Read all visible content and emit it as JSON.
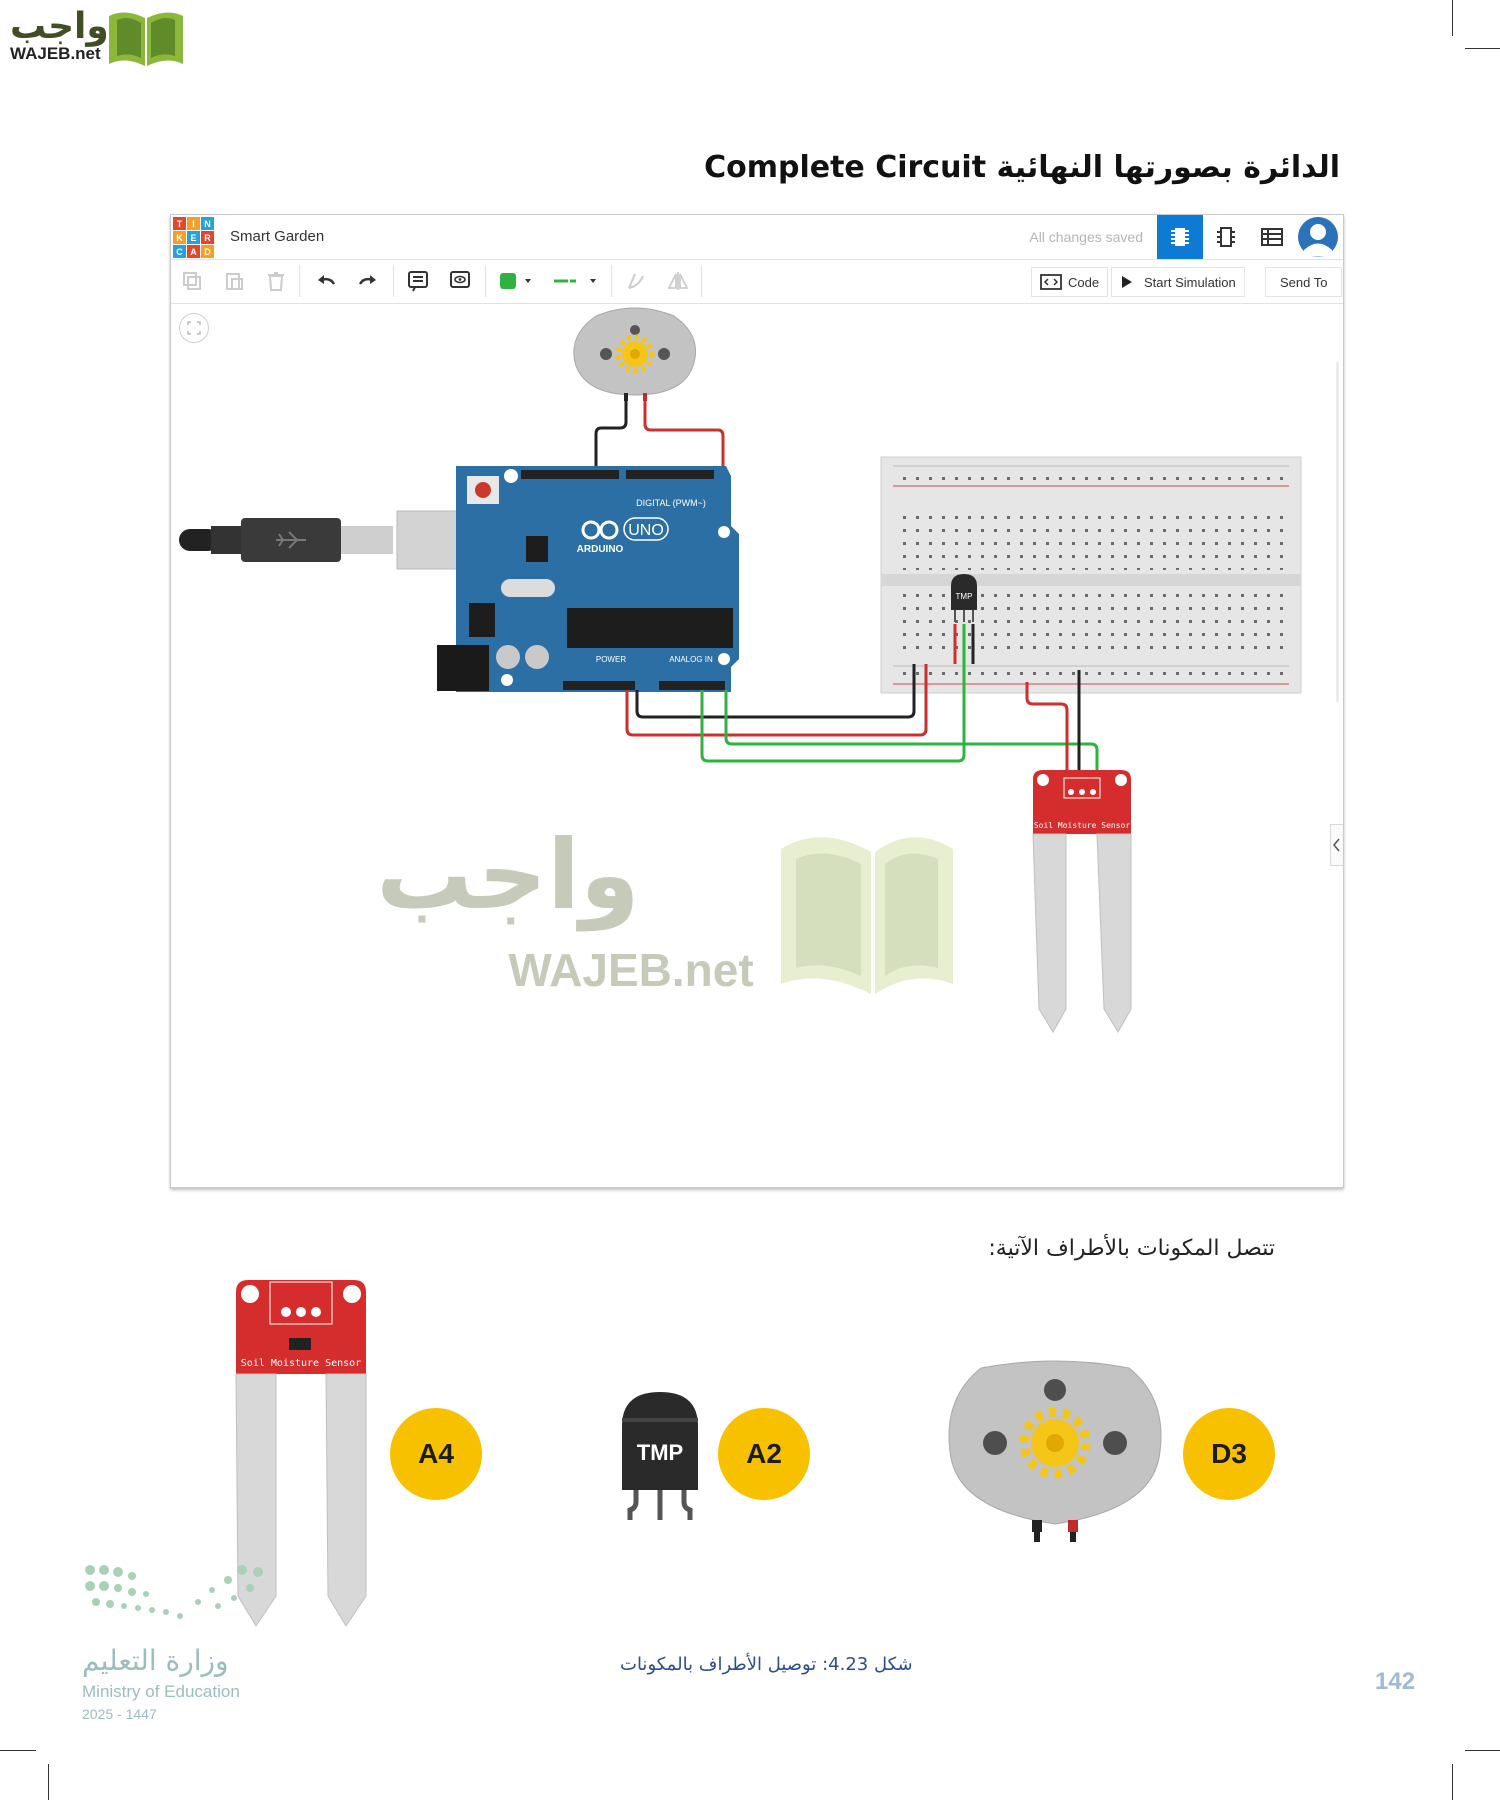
{
  "brand": {
    "arabic": "واجب",
    "latin": "WAJEB.net"
  },
  "section_title": "الدائرة بصورتها النهائية Complete Circuit",
  "app": {
    "logo_letters": [
      "T",
      "I",
      "N",
      "K",
      "E",
      "R",
      "C",
      "A",
      "D"
    ],
    "project_name": "Smart Garden",
    "save_status": "All changes saved",
    "toolbar": {
      "code_label": "Code",
      "start_label": "Start Simulation",
      "send_label": "Send To"
    },
    "accent": "#0d7bd3"
  },
  "circuit": {
    "arduino": {
      "brand": "ARDUINO",
      "model": "UNO",
      "digital_label": "DIGITAL (PWM~)",
      "power_label": "POWER",
      "analog_label": "ANALOG IN"
    },
    "tmp_label": "TMP",
    "sensor_label": "Soil Moisture Sensor",
    "watermark": {
      "arabic": "واجب",
      "latin": "WAJEB.net"
    }
  },
  "intro_text": "تتصل المكونات بالأطراف الآتية:",
  "components": [
    {
      "name": "soil-moisture-sensor",
      "label": "Soil Moisture Sensor",
      "pin": "A4"
    },
    {
      "name": "temperature-sensor",
      "label": "TMP",
      "pin": "A2"
    },
    {
      "name": "dc-motor",
      "pin": "D3"
    }
  ],
  "caption": "شكل 4.23: توصيل الأطراف بالمكونات",
  "page_number": "142",
  "ministry": {
    "arabic": "وزارة التعليم",
    "english": "Ministry of Education",
    "year": "2025 - 1447"
  }
}
